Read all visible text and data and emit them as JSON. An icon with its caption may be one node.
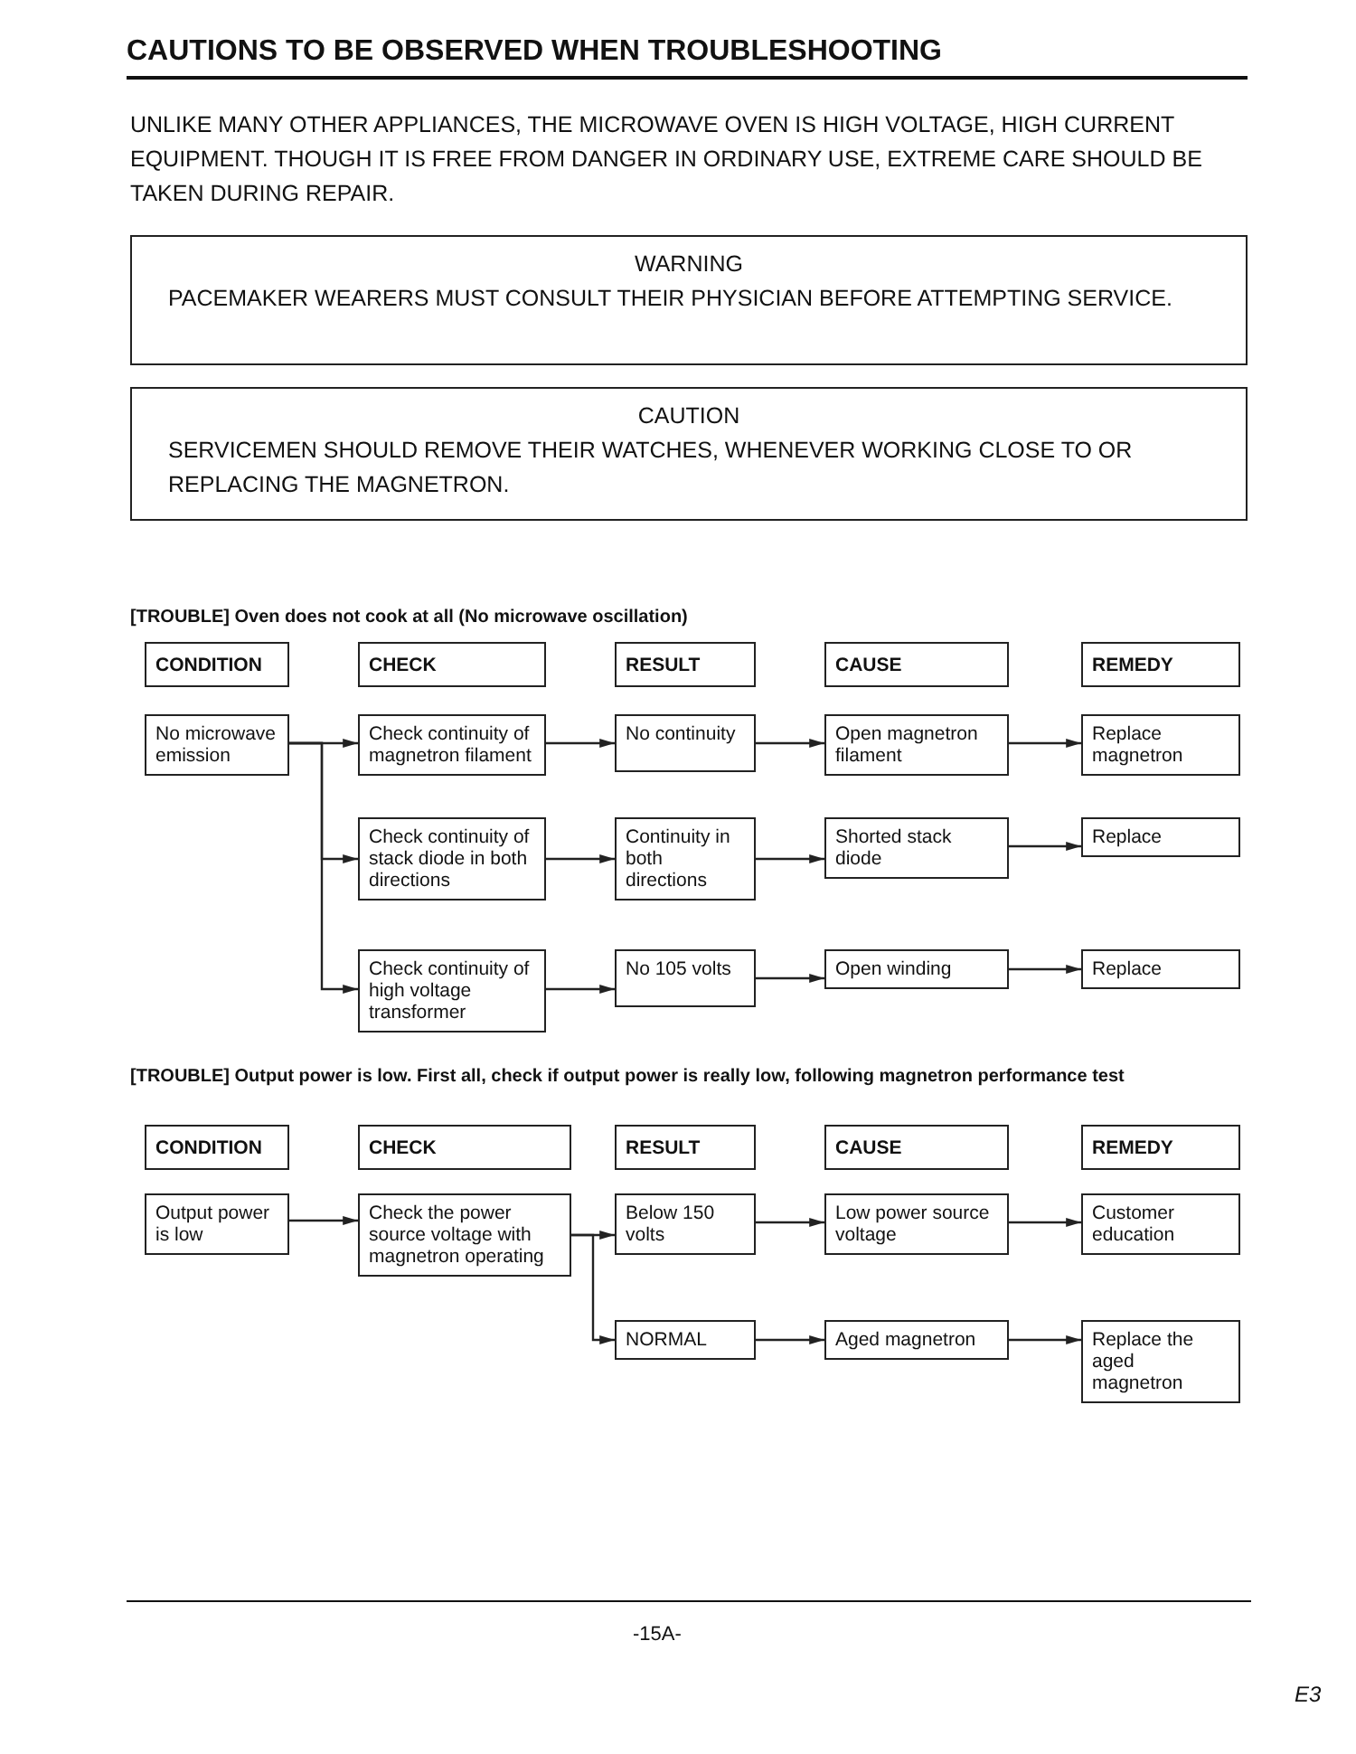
{
  "diagram": {
    "title": "CAUTIONS TO BE OBSERVED WHEN TROUBLESHOOTING",
    "nodes": [
      {
        "text": [
          "WARNING",
          "PACEMAKER WEARERS MUST CONSULT THEIR PHYSICIAN BEFORE ATTEMPTING SERVICE."
        ]
      },
      {
        "text": [
          "CAUTION",
          "SERVICEMEN SHOULD REMOVE THEIR WATCHES, WHENEVER WORKING CLOSE TO OR REPLACING THE MAGNETRON."
        ]
      },
      {
        "text": [
          "CONDITION"
        ]
      },
      {
        "text": [
          "CHECK"
        ]
      },
      {
        "text": [
          "RESULT"
        ]
      },
      {
        "text": [
          "CAUSE"
        ]
      },
      {
        "text": [
          "REMEDY"
        ]
      },
      {
        "text": [
          "No microwave emission"
        ]
      },
      {
        "text": [
          "Check continuity of magnetron filament"
        ]
      },
      {
        "text": [
          "No continuity"
        ]
      },
      {
        "text": [
          "Open magnetron filament"
        ]
      },
      {
        "text": [
          "Replace magnetron"
        ]
      },
      {
        "text": [
          "Check continuity of stack diode in both directions"
        ]
      },
      {
        "text": [
          "Continuity in both directions"
        ]
      },
      {
        "text": [
          "Shorted stack diode"
        ]
      },
      {
        "text": [
          "Replace"
        ]
      },
      {
        "text": [
          "Check continuity of high voltage transformer"
        ]
      },
      {
        "text": [
          "No 105 volts"
        ]
      },
      {
        "text": [
          "Open winding"
        ]
      },
      {
        "text": [
          "Replace"
        ]
      },
      {
        "text": [
          "CONDITION"
        ]
      },
      {
        "text": [
          "CHECK"
        ]
      },
      {
        "text": [
          "RESULT"
        ]
      },
      {
        "text": [
          "CAUSE"
        ]
      },
      {
        "text": [
          "REMEDY"
        ]
      },
      {
        "text": [
          "Output power is low"
        ]
      },
      {
        "text": [
          "Check the power source voltage with magnetron operating"
        ]
      },
      {
        "text": [
          "Below 150 volts"
        ]
      },
      {
        "text": [
          "Low power source voltage"
        ]
      },
      {
        "text": [
          "Customer education"
        ]
      },
      {
        "text": [
          "NORMAL"
        ]
      },
      {
        "text": [
          "Aged magnetron"
        ]
      },
      {
        "text": [
          "Replace the aged magnetron"
        ]
      }
    ],
    "edges": [
      {
        "from": 7,
        "to": 8,
        "arrow": "to"
      },
      {
        "from": 7,
        "to": 12,
        "arrow": "to"
      },
      {
        "from": 7,
        "to": 16,
        "arrow": "to"
      },
      {
        "from": 8,
        "to": 9,
        "arrow": "to"
      },
      {
        "from": 9,
        "to": 10,
        "arrow": "to"
      },
      {
        "from": 10,
        "to": 11,
        "arrow": "to"
      },
      {
        "from": 12,
        "to": 13,
        "arrow": "to"
      },
      {
        "from": 13,
        "to": 14,
        "arrow": "to"
      },
      {
        "from": 14,
        "to": 15,
        "arrow": "to"
      },
      {
        "from": 16,
        "to": 17,
        "arrow": "to"
      },
      {
        "from": 17,
        "to": 18,
        "arrow": "to"
      },
      {
        "from": 18,
        "to": 19,
        "arrow": "to"
      },
      {
        "from": 25,
        "to": 26,
        "arrow": "to"
      },
      {
        "from": 26,
        "to": 27,
        "arrow": "to"
      },
      {
        "from": 26,
        "to": 30,
        "arrow": "to"
      },
      {
        "from": 27,
        "to": 28,
        "arrow": "to"
      },
      {
        "from": 28,
        "to": 29,
        "arrow": "to"
      },
      {
        "from": 30,
        "to": 31,
        "arrow": "to"
      },
      {
        "from": 31,
        "to": 32,
        "arrow": "to"
      }
    ],
    "labels": [
      "UNLIKE MANY OTHER APPLIANCES, THE MICROWAVE OVEN IS HIGH VOLTAGE, HIGH CURRENT EQUIPMENT. THOUGH IT IS FREE FROM DANGER IN ORDINARY USE, EXTREME CARE SHOULD BE TAKEN DURING REPAIR.",
      "[TROUBLE] Oven does not cook at all (No microwave oscillation)",
      "[TROUBLE] Output power is low. First all, check if output power is really low, following magnetron performance test",
      "-15A-",
      "E3"
    ]
  }
}
